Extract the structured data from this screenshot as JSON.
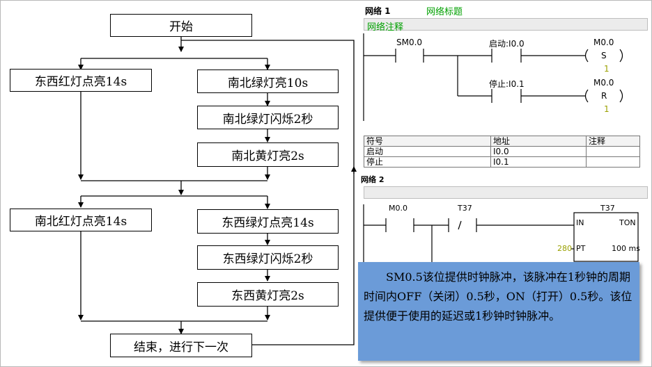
{
  "flowchart": {
    "start": "开始",
    "ew_red": "东西红灯点亮14s",
    "ns_green": "南北绿灯亮10s",
    "ns_green_flash": "南北绿灯闪烁2秒",
    "ns_yellow": "南北黄灯亮2s",
    "ns_red": "南北红灯点亮14s",
    "ew_green": "东西绿灯点亮14s",
    "ew_green_flash": "东西绿灯闪烁2秒",
    "ew_yellow": "东西黄灯亮2s",
    "end": "结束，进行下一次"
  },
  "ladder": {
    "network1": {
      "title": "网络 1",
      "label": "网络标题",
      "comment": "网络注释",
      "contact1": "SM0.0",
      "contact2": "启动:I0.0",
      "contact3": "停止:I0.1",
      "coil_s_addr": "M0.0",
      "coil_s": "S",
      "coil_s_n": "1",
      "coil_r_addr": "M0.0",
      "coil_r": "R",
      "coil_r_n": "1"
    },
    "symbol_table": {
      "headers": [
        "符号",
        "地址",
        "注释"
      ],
      "rows": [
        {
          "symbol": "启动",
          "address": "I0.0",
          "comment": ""
        },
        {
          "symbol": "停止",
          "address": "I0.1",
          "comment": ""
        }
      ]
    },
    "network2": {
      "title": "网络 2",
      "contact1": "M0.0",
      "contact2": "T37",
      "timer_name": "T37",
      "timer_in": "IN",
      "timer_type": "TON",
      "timer_pt_value": "280",
      "timer_pt": "PT",
      "timer_base": "100 ms"
    }
  },
  "note": {
    "text": "SM0.5该位提供时钟脉冲，该脉冲在1秒钟的周期时间内OFF（关闭）0.5秒，ON（打开）0.5秒。该位提供便于使用的延迟或1秒钟时钟脉冲。"
  }
}
